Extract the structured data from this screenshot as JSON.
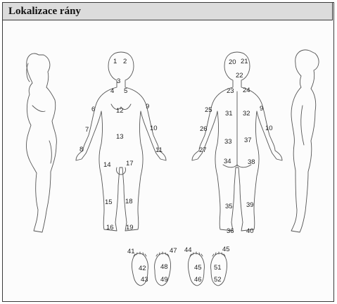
{
  "form": {
    "title": "Lokalizace rány"
  },
  "zones": [
    {
      "id": "1",
      "label": "1"
    },
    {
      "id": "2",
      "label": "2"
    },
    {
      "id": "3",
      "label": "3"
    },
    {
      "id": "4",
      "label": "4"
    },
    {
      "id": "5",
      "label": "5"
    },
    {
      "id": "6",
      "label": "6"
    },
    {
      "id": "7",
      "label": "7"
    },
    {
      "id": "8",
      "label": "8"
    },
    {
      "id": "9",
      "label": "9"
    },
    {
      "id": "10",
      "label": "10"
    },
    {
      "id": "11",
      "label": "11"
    },
    {
      "id": "12",
      "label": "12"
    },
    {
      "id": "13",
      "label": "13"
    },
    {
      "id": "14",
      "label": "14"
    },
    {
      "id": "15",
      "label": "15"
    },
    {
      "id": "16",
      "label": "16"
    },
    {
      "id": "17",
      "label": "17"
    },
    {
      "id": "18",
      "label": "18"
    },
    {
      "id": "19",
      "label": "19"
    },
    {
      "id": "20",
      "label": "20"
    },
    {
      "id": "21",
      "label": "21"
    },
    {
      "id": "22",
      "label": "22"
    },
    {
      "id": "23",
      "label": "23"
    },
    {
      "id": "24",
      "label": "24"
    },
    {
      "id": "25",
      "label": "25"
    },
    {
      "id": "26",
      "label": "26"
    },
    {
      "id": "27",
      "label": "27"
    },
    {
      "id": "31",
      "label": "31"
    },
    {
      "id": "32",
      "label": "32"
    },
    {
      "id": "33",
      "label": "33"
    },
    {
      "id": "34",
      "label": "34"
    },
    {
      "id": "35",
      "label": "35"
    },
    {
      "id": "36",
      "label": "36"
    },
    {
      "id": "37",
      "label": "37"
    },
    {
      "id": "38",
      "label": "38"
    },
    {
      "id": "39",
      "label": "39"
    },
    {
      "id": "40",
      "label": "40"
    },
    {
      "id": "41",
      "label": "41"
    },
    {
      "id": "42",
      "label": "42"
    },
    {
      "id": "43",
      "label": "43"
    },
    {
      "id": "44",
      "label": "44"
    },
    {
      "id": "45a",
      "label": "45"
    },
    {
      "id": "45b",
      "label": "45"
    },
    {
      "id": "46",
      "label": "46"
    },
    {
      "id": "47",
      "label": "47"
    },
    {
      "id": "48",
      "label": "48"
    },
    {
      "id": "49",
      "label": "49"
    },
    {
      "id": "51",
      "label": "51"
    },
    {
      "id": "52",
      "label": "52"
    },
    {
      "id": "9b",
      "label": "9"
    },
    {
      "id": "10b",
      "label": "10"
    }
  ]
}
